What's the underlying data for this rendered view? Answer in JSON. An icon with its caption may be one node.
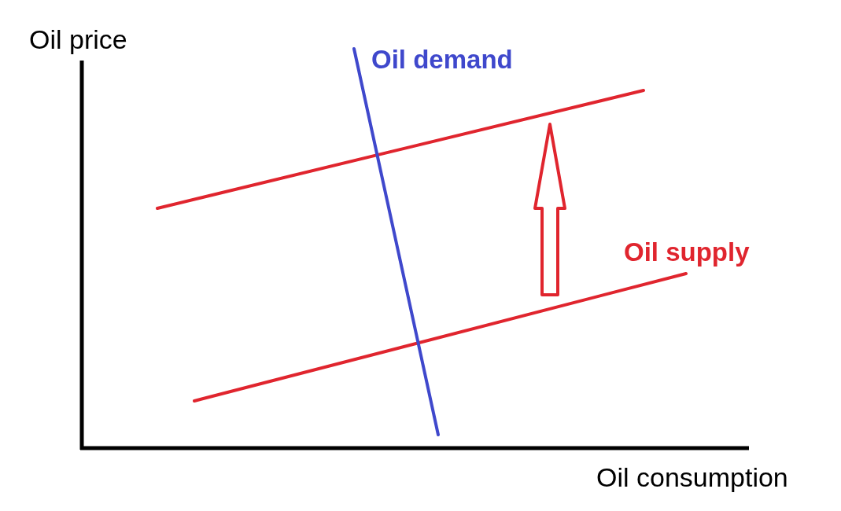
{
  "diagram": {
    "labels": [
      "Oil price",
      "Oil demand",
      "Oil supply",
      "Oil consumption"
    ]
  }
}
